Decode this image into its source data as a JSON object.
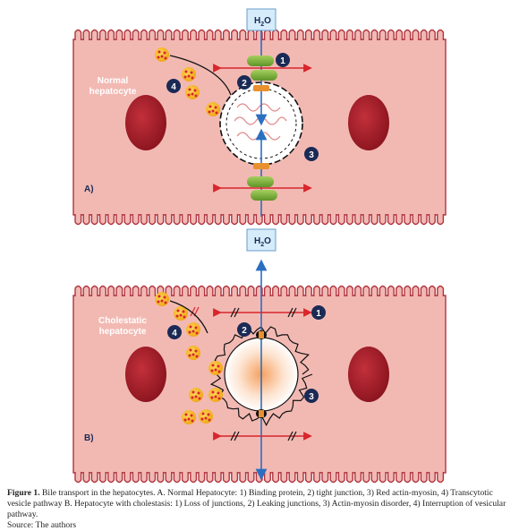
{
  "panelA": {
    "water_label": "H",
    "water_sub": "2",
    "water_end": "O",
    "cell_label": "Normal",
    "cell_label2": "hepatocyte",
    "panel_letter": "A)",
    "markers": [
      "1",
      "2",
      "3",
      "4"
    ]
  },
  "panelB": {
    "water_label": "H",
    "water_sub": "2",
    "water_end": "O",
    "cell_label": "Cholestatic",
    "cell_label2": "hepatocyte",
    "panel_letter": "B)",
    "markers": [
      "1",
      "2",
      "3",
      "4"
    ]
  },
  "caption": {
    "figure_label": "Figure 1.",
    "text": " Bile transport in the hepatocytes. A. Normal Hepatocyte: 1) Binding protein, 2) tight junction, 3) Red actin-myosin, 4) Transcytotic vesicle pathway B. Hepatocyte with cholestasis: 1) Loss of junctions, 2) Leaking junctions, 3) Actin-myosin disorder, 4) Interruption of vesicular pathway.",
    "source": "Source: The authors"
  },
  "colors": {
    "cell_fill": "#f2b9b3",
    "cell_stroke": "#b0343f",
    "nucleus": "#a81f2a",
    "water_box": "#d6ecfb",
    "arrow_blue": "#2a6fc0",
    "arrow_red": "#d8262c",
    "marker_bg": "#1b2a55",
    "binding_protein": "#7fb241",
    "junction": "#e8912e",
    "vesicle": "#f6b824",
    "vesicle_dots": "#d8262c"
  }
}
